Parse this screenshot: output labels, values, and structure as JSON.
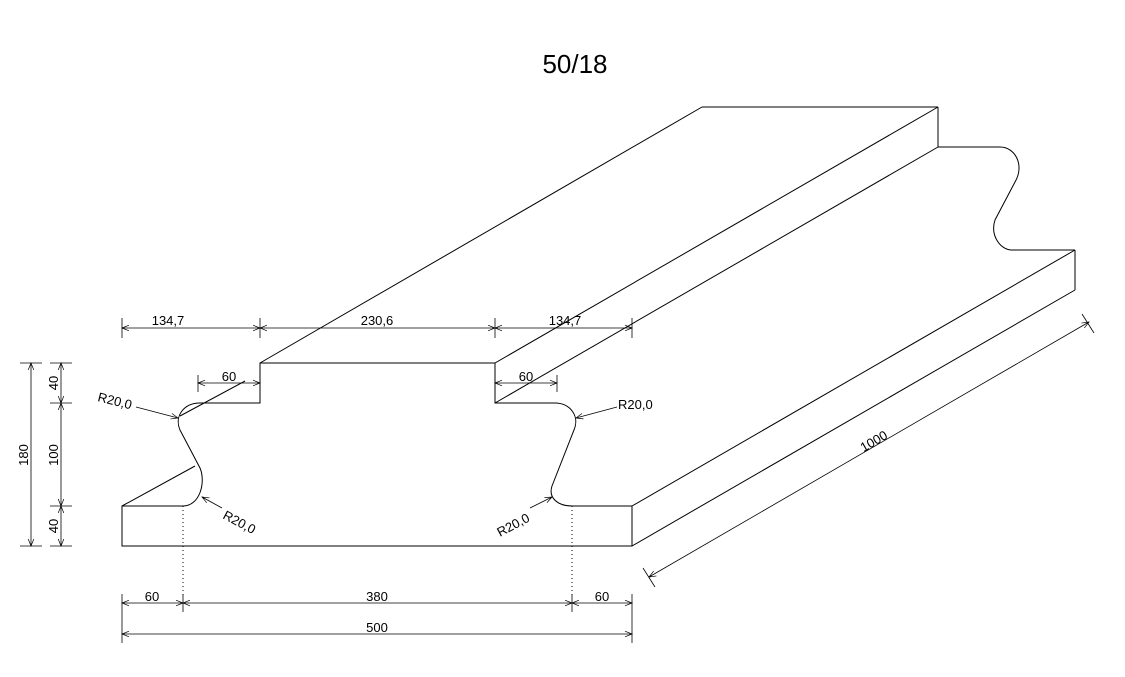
{
  "title": "50/18",
  "top_dims": {
    "left": "134,7",
    "middle": "230,6",
    "right": "134,7"
  },
  "tongue_dims": {
    "left": "60",
    "right": "60"
  },
  "height_dims": {
    "top": "40",
    "middle": "100",
    "bottom": "40",
    "total": "180"
  },
  "radius_labels": {
    "top_left": "R20,0",
    "bottom_left": "R20,0",
    "top_right": "R20,0",
    "bottom_right": "R20,0"
  },
  "bottom_dims": {
    "left": "60",
    "middle": "380",
    "right": "60",
    "total": "500"
  },
  "length_dim": "1000"
}
